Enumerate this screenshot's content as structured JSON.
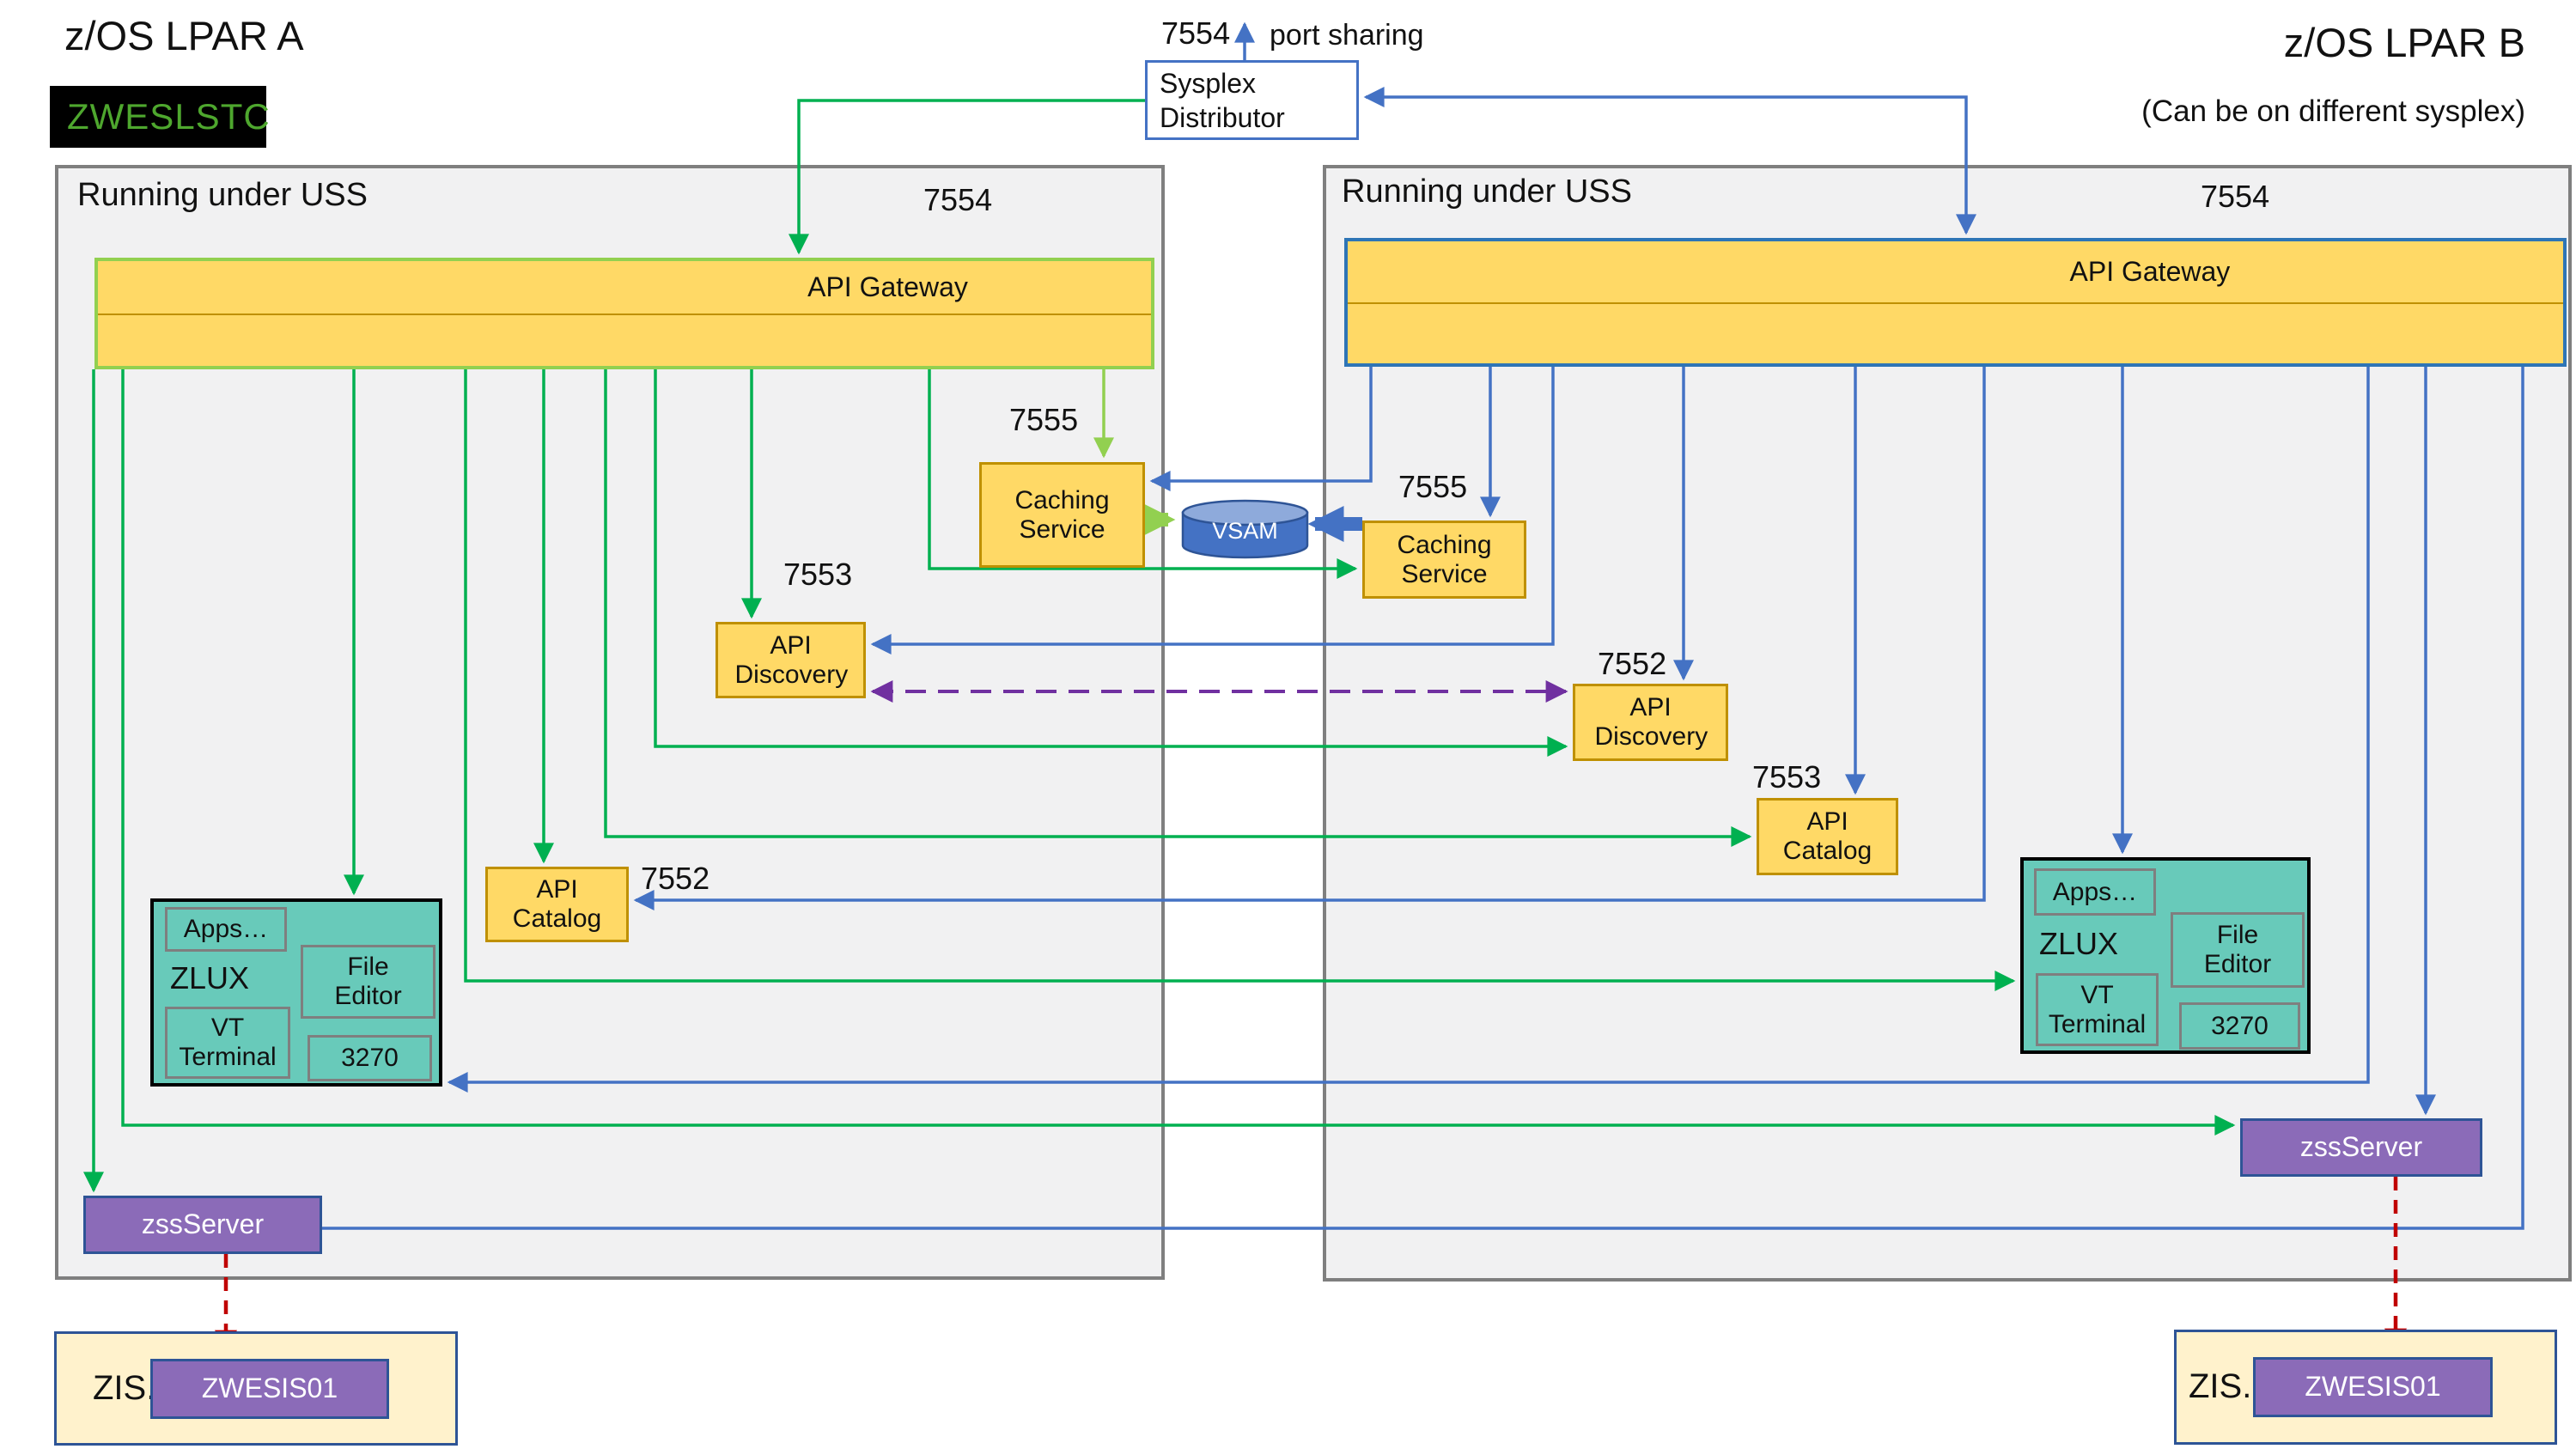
{
  "distributor": {
    "label": "Sysplex Distributor",
    "port": "7554",
    "port_note": "port sharing"
  },
  "vsam": {
    "label": "VSAM"
  },
  "lpar_a": {
    "title": "z/OS LPAR A",
    "stc_badge": "ZWESLSTC",
    "uss_header": "Running under USS",
    "gateway_port": "7554",
    "gateway": "API Gateway",
    "caching_port": "7555",
    "caching": "Caching Service",
    "discovery_port": "7553",
    "discovery": "API Discovery",
    "catalog_port": "7552",
    "catalog": "API Catalog",
    "zlux": {
      "apps": "Apps…",
      "title": "ZLUX",
      "file_editor": "File Editor",
      "vt_terminal": "VT Terminal",
      "t3270": "3270"
    },
    "zss": "zssServer",
    "zis": "ZIS.",
    "zwesis": "ZWESIS01"
  },
  "lpar_b": {
    "title": "z/OS LPAR B",
    "subtitle": "(Can be on different sysplex)",
    "uss_header": "Running under USS",
    "gateway_port": "7554",
    "gateway": "API Gateway",
    "caching_port": "7555",
    "caching": "Caching Service",
    "discovery_port": "7552",
    "discovery": "API Discovery",
    "catalog_port": "7553",
    "catalog": "API Catalog",
    "zlux": {
      "apps": "Apps…",
      "title": "ZLUX",
      "file_editor": "File Editor",
      "vt_terminal": "VT Terminal",
      "t3270": "3270"
    },
    "zss": "zssServer",
    "zis": "ZIS.",
    "zwesis": "ZWESIS01"
  },
  "colors": {
    "green": "#00B050",
    "light_green": "#92D050",
    "blue": "#4472C4",
    "purple_dashed": "#7030A0",
    "red_dashed": "#C00000",
    "box_yellow": "#FFD966",
    "box_yellow_border": "#BF9000",
    "teal": "#68CABA",
    "purple_box": "#8B6BB8",
    "cream": "#FFF2CC",
    "uss_gray": "#F1F1F2",
    "badge_green": "#4EA72E"
  }
}
